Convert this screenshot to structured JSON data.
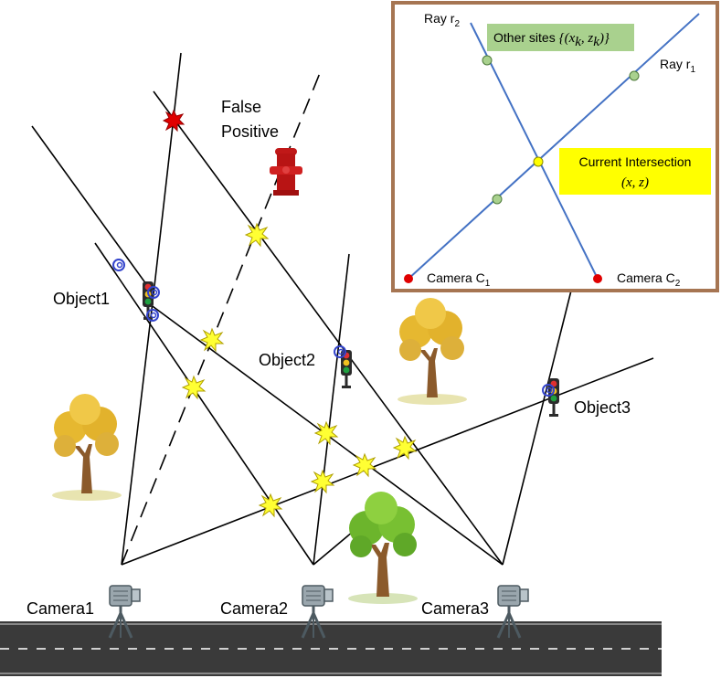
{
  "labels": {
    "false_positive_line1": "False",
    "false_positive_line2": "Positive",
    "object1": "Object1",
    "object2": "Object2",
    "object3": "Object3",
    "camera1": "Camera1",
    "camera2": "Camera2",
    "camera3": "Camera3"
  },
  "inset": {
    "ray_r2": "Ray r",
    "ray_r2_sub": "2",
    "ray_r1": "Ray r",
    "ray_r1_sub": "1",
    "other_sites_prefix": "Other sites ",
    "other_sites_math": "{(x",
    "other_sites_k1": "k",
    "other_sites_mid": ", z",
    "other_sites_k2": "k",
    "other_sites_end": ")}",
    "current_intersection": "Current Intersection",
    "current_intersection_math": "(x, z)",
    "camera_c1": "Camera C",
    "camera_c1_sub": "1",
    "camera_c2": "Camera C",
    "camera_c2_sub": "2"
  },
  "colors": {
    "ray": "#000000",
    "inset_ray": "#4472c4",
    "inset_border": "#a67552",
    "other_sites_bg": "#a9d18e",
    "intersection_bg": "#ffff00",
    "camera_point": "#e00000",
    "site_point": "#a9d18e",
    "current_point": "#ffff00",
    "star_true": "#ffff33",
    "star_false": "#ff0000",
    "road": "#3a3a3a",
    "object_marker": "#3344cc"
  },
  "icons": [
    "camera-tripod-icon",
    "traffic-light-icon",
    "fire-hydrant-icon",
    "tree-icon",
    "explosion-star-icon"
  ]
}
